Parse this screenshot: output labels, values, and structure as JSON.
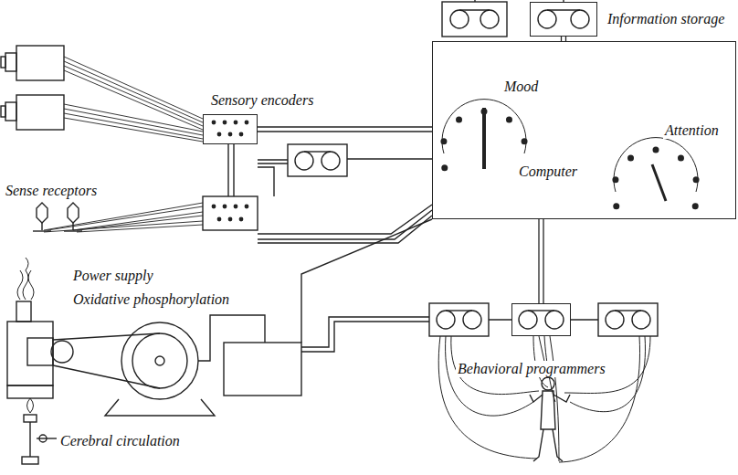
{
  "diagram": {
    "nodes": [
      {
        "text": [
          "Information storage"
        ]
      },
      {
        "text": [
          "Mood",
          "Attention",
          "Computer"
        ]
      },
      {
        "text": [
          "Sensory encoders"
        ]
      },
      {
        "text": [
          "Behavioral programmers"
        ]
      }
    ],
    "edges": [
      {
        "from": 0,
        "to": 1,
        "arrow": "none"
      },
      {
        "from": 2,
        "to": 1,
        "arrow": "none"
      },
      {
        "from": 1,
        "to": 3,
        "arrow": "none"
      }
    ],
    "labels": [
      "Sense receptors",
      "Power supply",
      "Oxidative phosphorylation",
      "Cerebral circulation"
    ]
  }
}
